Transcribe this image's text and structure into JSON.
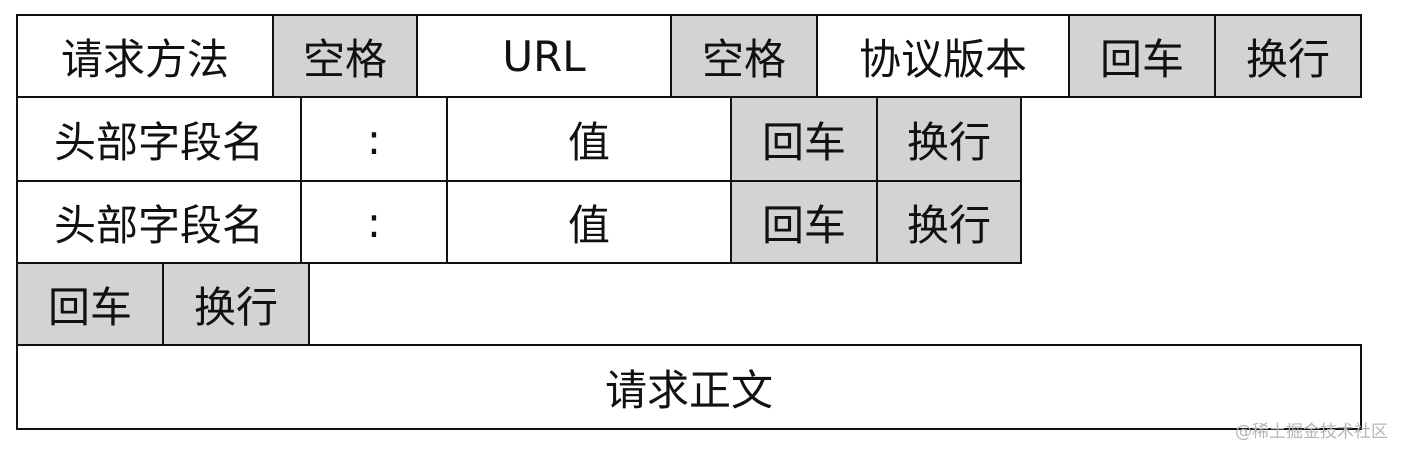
{
  "colors": {
    "gray_cell": "#d3d3d3",
    "white_cell": "#ffffff",
    "border": "#111111"
  },
  "request_line": {
    "method": "请求方法",
    "space_1": "空格",
    "url": "URL",
    "space_2": "空格",
    "protocol_version": "协议版本",
    "cr": "回车",
    "lf": "换行"
  },
  "header_rows": [
    {
      "field_name": "头部字段名",
      "colon": ":",
      "value": "值",
      "cr": "回车",
      "lf": "换行"
    },
    {
      "field_name": "头部字段名",
      "colon": ":",
      "value": "值",
      "cr": "回车",
      "lf": "换行"
    }
  ],
  "blank_line": {
    "cr": "回车",
    "lf": "换行"
  },
  "body": {
    "label": "请求正文"
  },
  "watermark": "@稀土掘金技术社区"
}
